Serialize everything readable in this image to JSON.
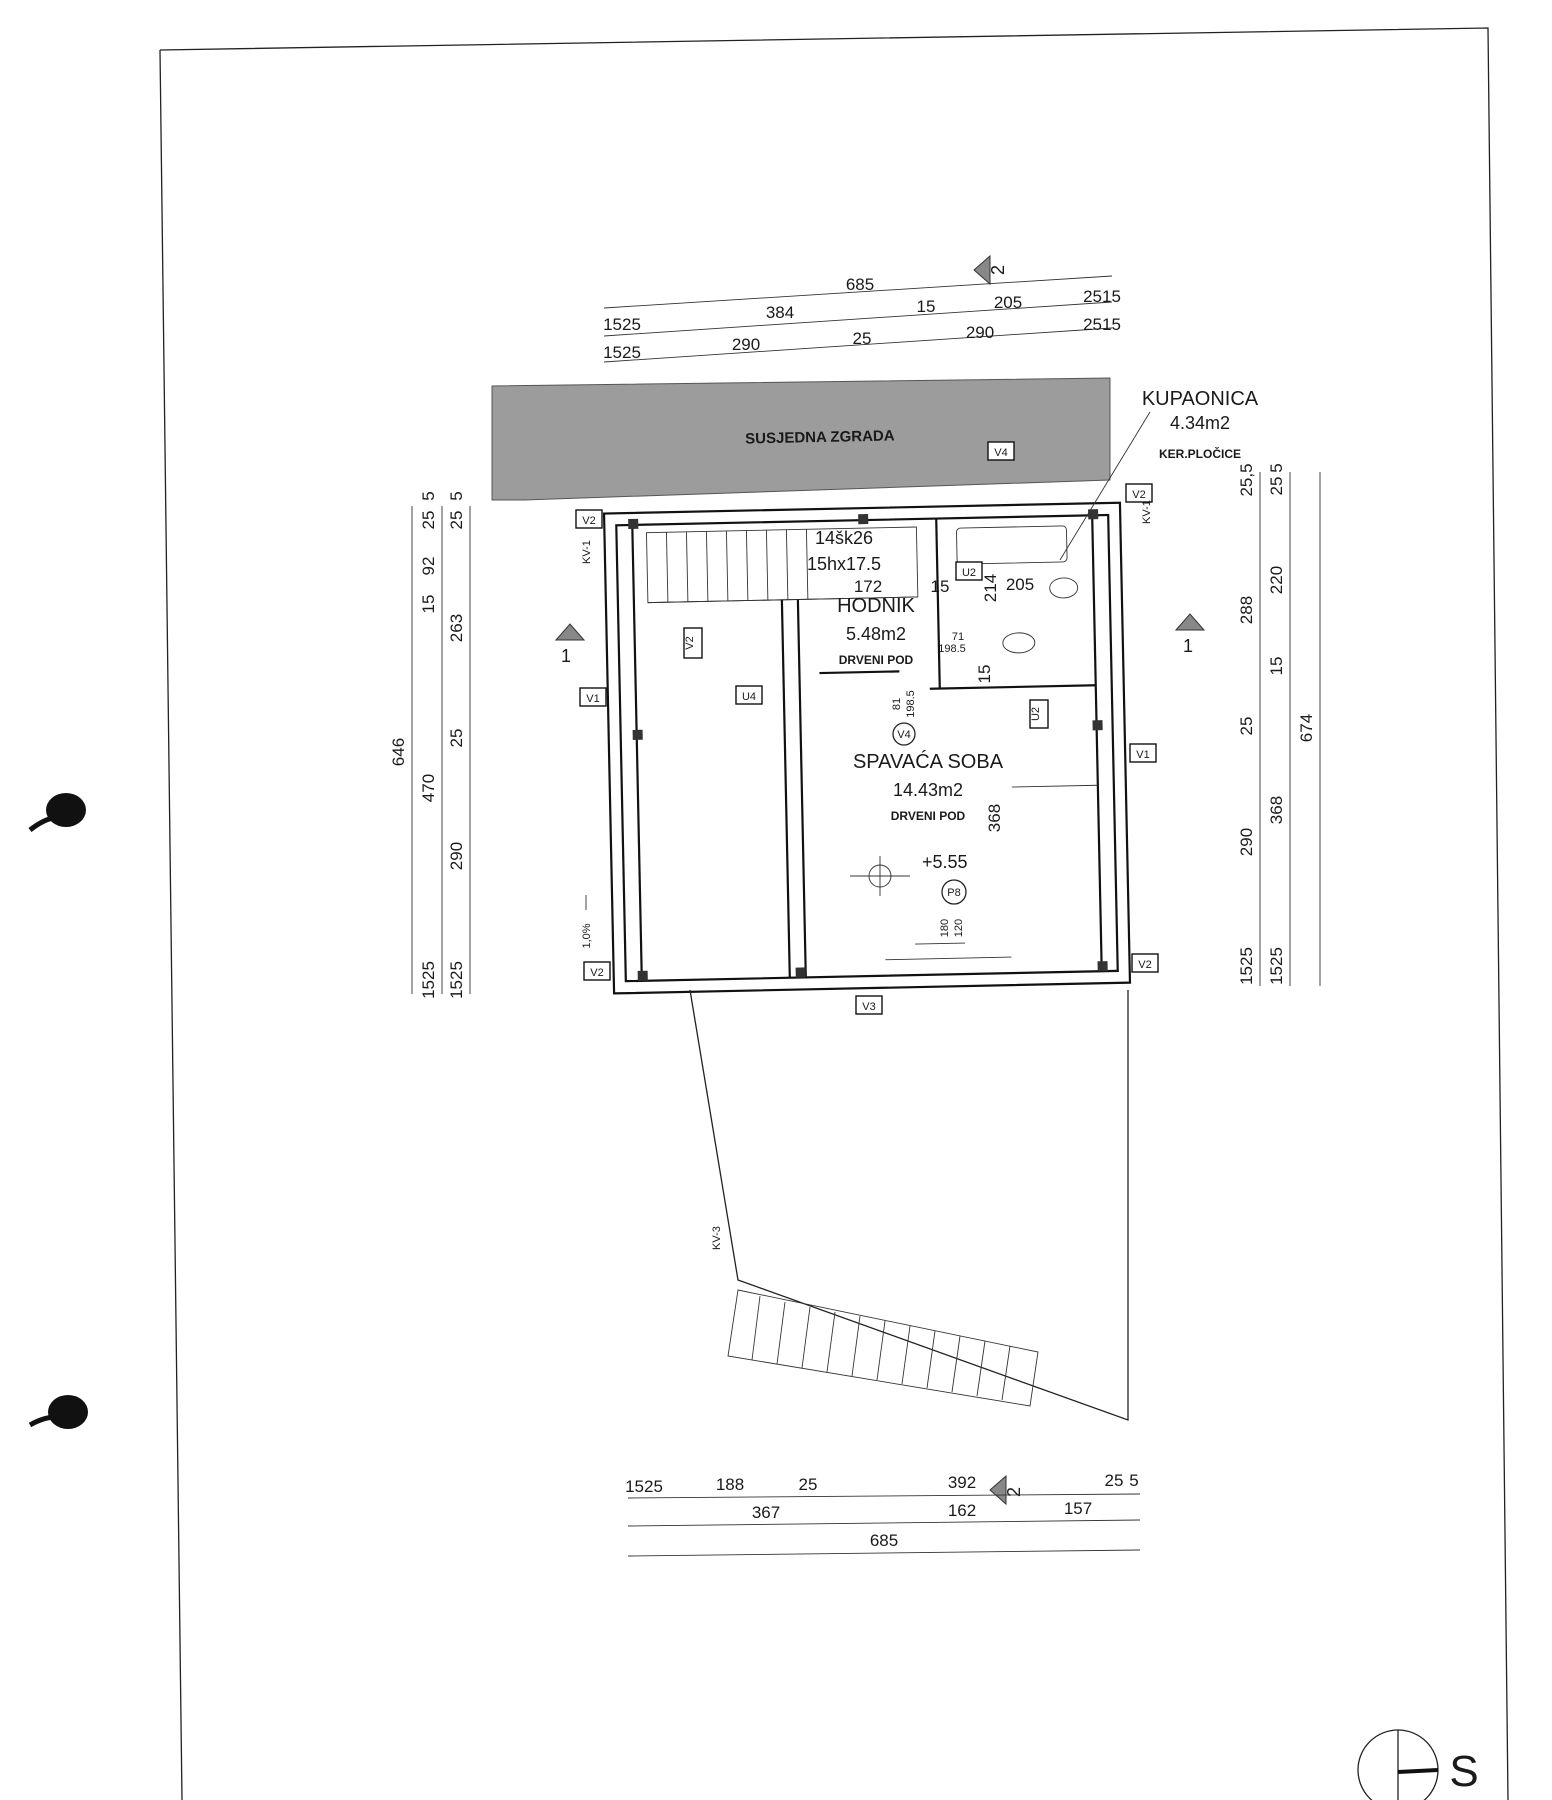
{
  "sheet": {
    "north_label": "S"
  },
  "neighbor_building": "SUSJEDNA ZGRADA",
  "rooms": {
    "bathroom": {
      "name": "KUPAONICA",
      "area": "4.34m2",
      "floor": "KER.PLOČICE"
    },
    "hallway": {
      "name": "HODNIK",
      "area": "5.48m2",
      "floor": "DRVENI POD"
    },
    "bedroom": {
      "name": "SPAVAĆA SOBA",
      "area": "14.43m2",
      "floor": "DRVENI POD"
    }
  },
  "stair": {
    "count": "14šk26",
    "riser": "15hx17.5"
  },
  "level": "+5.55",
  "section_marks": {
    "horizontal": "2",
    "vertical": "1"
  },
  "wall_tags": {
    "V1": "V1",
    "V2": "V2",
    "V3": "V3",
    "V4": "V4",
    "U2": "U2",
    "U4": "U4",
    "P8": "P8",
    "KV1": "KV-1",
    "KV3": "KV-3"
  },
  "dims_top": {
    "row1": [
      "685"
    ],
    "row2": [
      "1525",
      "384",
      "15",
      "205",
      "2515"
    ],
    "row3": [
      "1525",
      "290",
      "25",
      "290",
      "2515"
    ]
  },
  "dims_bottom": {
    "row1": [
      "1525",
      "188",
      "25",
      "392",
      "25",
      "5"
    ],
    "row2": [
      "367",
      "162",
      "157"
    ],
    "row3": [
      "685"
    ]
  },
  "dims_left": {
    "outer": [
      "646"
    ],
    "middle": [
      "470"
    ],
    "inner": [
      "25",
      "5",
      "92",
      "15",
      "263",
      "25",
      "290",
      "1525"
    ],
    "inner2": [
      "25",
      "5",
      "1525"
    ]
  },
  "dims_right": {
    "inner": [
      "25,5",
      "288",
      "25",
      "290",
      "1525"
    ],
    "inner2": [
      "25",
      "5",
      "220",
      "15",
      "368",
      "1525"
    ],
    "outer": [
      "674"
    ]
  },
  "interior_dims": {
    "d172": "172",
    "d15a": "15",
    "d214": "214",
    "d205": "205",
    "d71": "71",
    "d1985": "198.5",
    "d15b": "15",
    "d81": "81",
    "d1985b": "198.5",
    "d368": "368",
    "d180": "180",
    "d120": "120",
    "slope": "1,0%"
  }
}
